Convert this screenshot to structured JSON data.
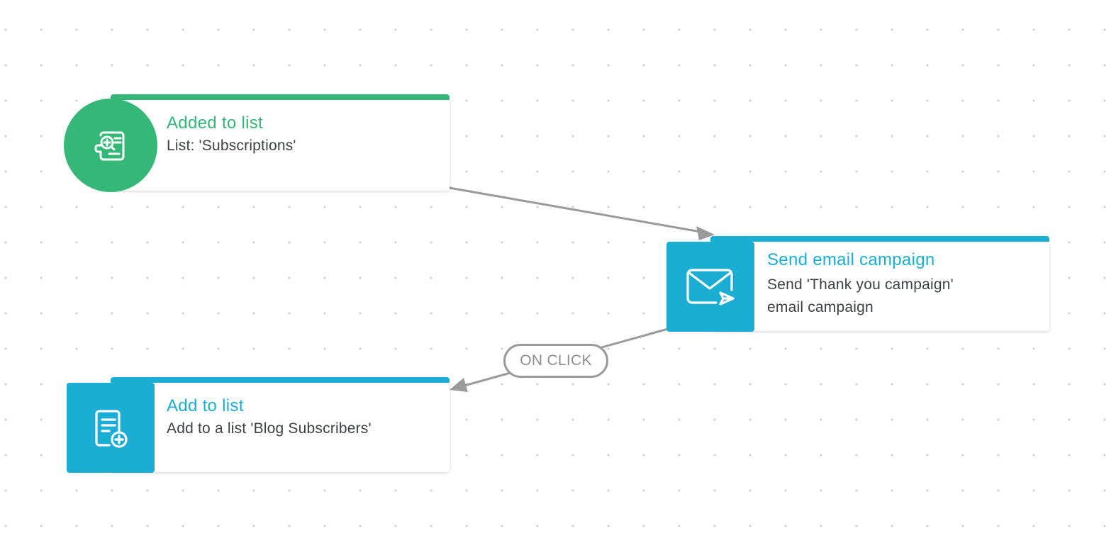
{
  "colors": {
    "trigger_accent": "#35b778",
    "action_accent": "#1cadd4",
    "connector": "#9a9a9a",
    "text": "#3d4045",
    "edge_label_text": "#8e8e8e"
  },
  "nodes": {
    "trigger": {
      "title": "Added to list",
      "description": "List: 'Subscriptions'",
      "icon": "list-search-icon"
    },
    "send_email": {
      "title": "Send email campaign",
      "description_line1": "Send 'Thank you campaign'",
      "description_line2": "email campaign",
      "icon": "envelope-send-icon"
    },
    "add_to_list": {
      "title": "Add to list",
      "description": "Add to a list 'Blog Subscribers'",
      "icon": "list-add-icon"
    }
  },
  "edges": {
    "on_click_label": "ON CLICK"
  }
}
